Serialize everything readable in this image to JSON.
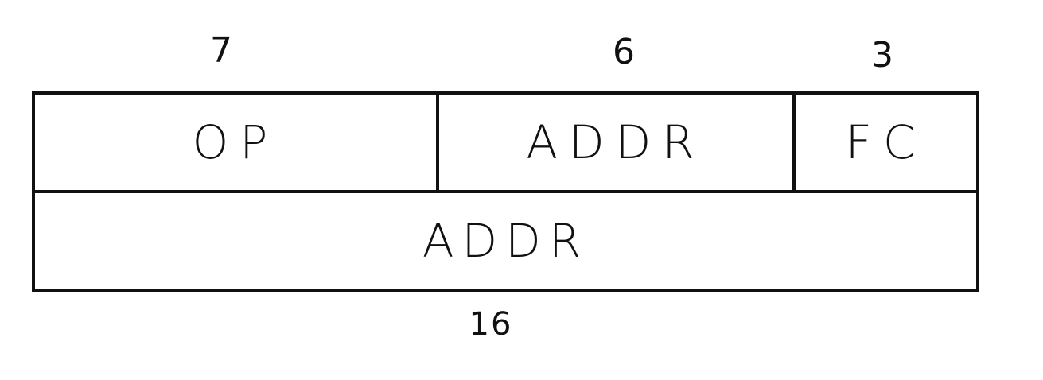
{
  "diagram": {
    "bit_widths": {
      "op": "7",
      "addr": "6",
      "fc": "3",
      "second_word": "16"
    },
    "fields": {
      "op": "OP",
      "addr": "ADDR",
      "fc": "FC",
      "second_word": "ADDR"
    }
  }
}
